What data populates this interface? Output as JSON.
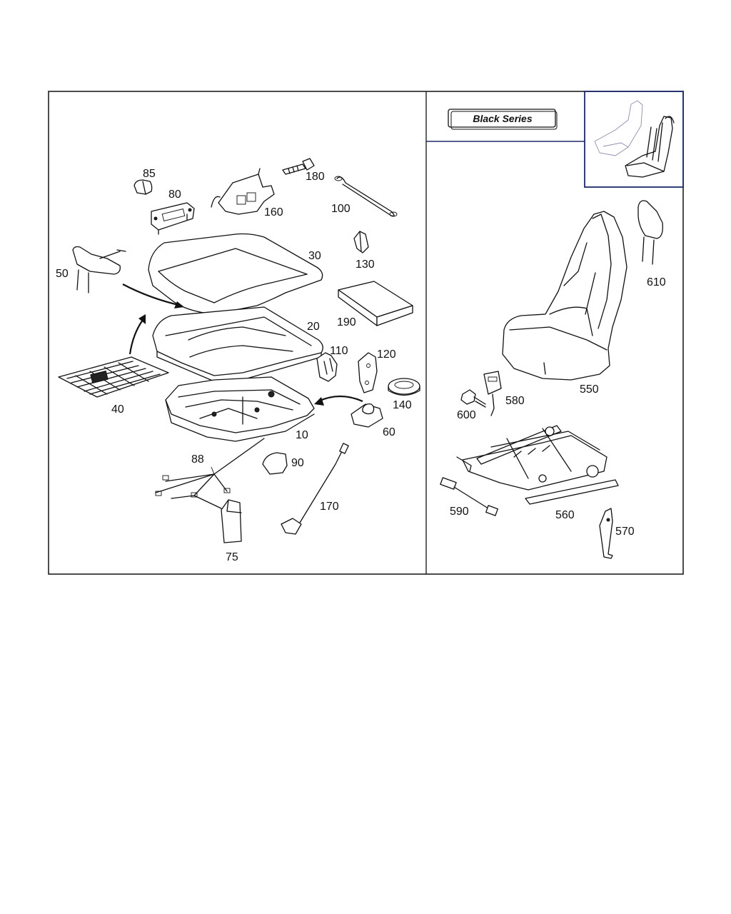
{
  "variant_badge": "Black Series",
  "callouts": [
    {
      "id": "85",
      "label": "85"
    },
    {
      "id": "80",
      "label": "80"
    },
    {
      "id": "180",
      "label": "180"
    },
    {
      "id": "160",
      "label": "160"
    },
    {
      "id": "100",
      "label": "100"
    },
    {
      "id": "30",
      "label": "30"
    },
    {
      "id": "130",
      "label": "130"
    },
    {
      "id": "50",
      "label": "50"
    },
    {
      "id": "190",
      "label": "190"
    },
    {
      "id": "20",
      "label": "20"
    },
    {
      "id": "110",
      "label": "110"
    },
    {
      "id": "120",
      "label": "120"
    },
    {
      "id": "40",
      "label": "40"
    },
    {
      "id": "140",
      "label": "140"
    },
    {
      "id": "60",
      "label": "60"
    },
    {
      "id": "10",
      "label": "10"
    },
    {
      "id": "88",
      "label": "88"
    },
    {
      "id": "90",
      "label": "90"
    },
    {
      "id": "170",
      "label": "170"
    },
    {
      "id": "75",
      "label": "75"
    },
    {
      "id": "610",
      "label": "610"
    },
    {
      "id": "550",
      "label": "550"
    },
    {
      "id": "580",
      "label": "580"
    },
    {
      "id": "600",
      "label": "600"
    },
    {
      "id": "590",
      "label": "590"
    },
    {
      "id": "560",
      "label": "560"
    },
    {
      "id": "570",
      "label": "570"
    }
  ]
}
